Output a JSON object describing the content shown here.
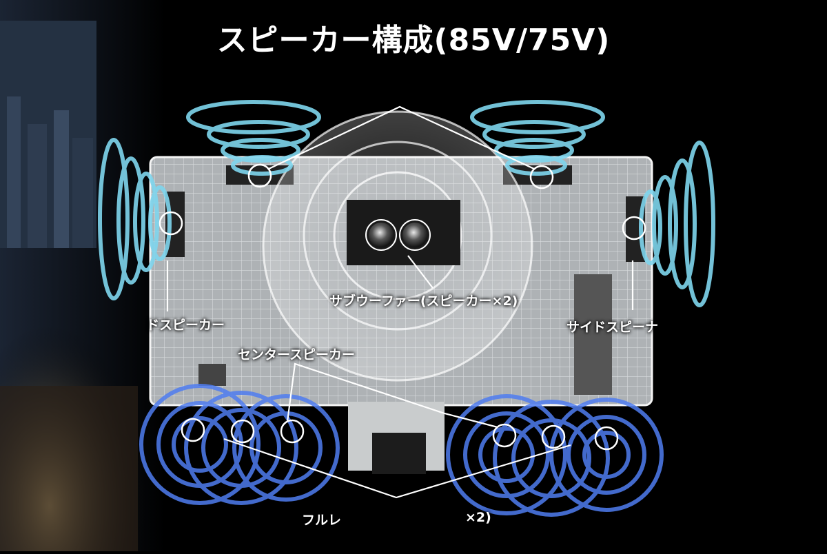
{
  "title": "スピーカー構成(85V/75V)",
  "labels": {
    "subwoofer": "サブウーファー(スピーカー×2)",
    "side_left": "ドスピーカー",
    "side_right": "サイドスピーナ",
    "center": "センタースピーカー",
    "fullrange": "フルレ",
    "fullrange_tail": "×2)"
  },
  "colors": {
    "background": "#000000",
    "panel": "#bfc3c6",
    "wave": "#7fd6ee",
    "wave_blue": "#4f7df0",
    "text": "#ffffff"
  }
}
